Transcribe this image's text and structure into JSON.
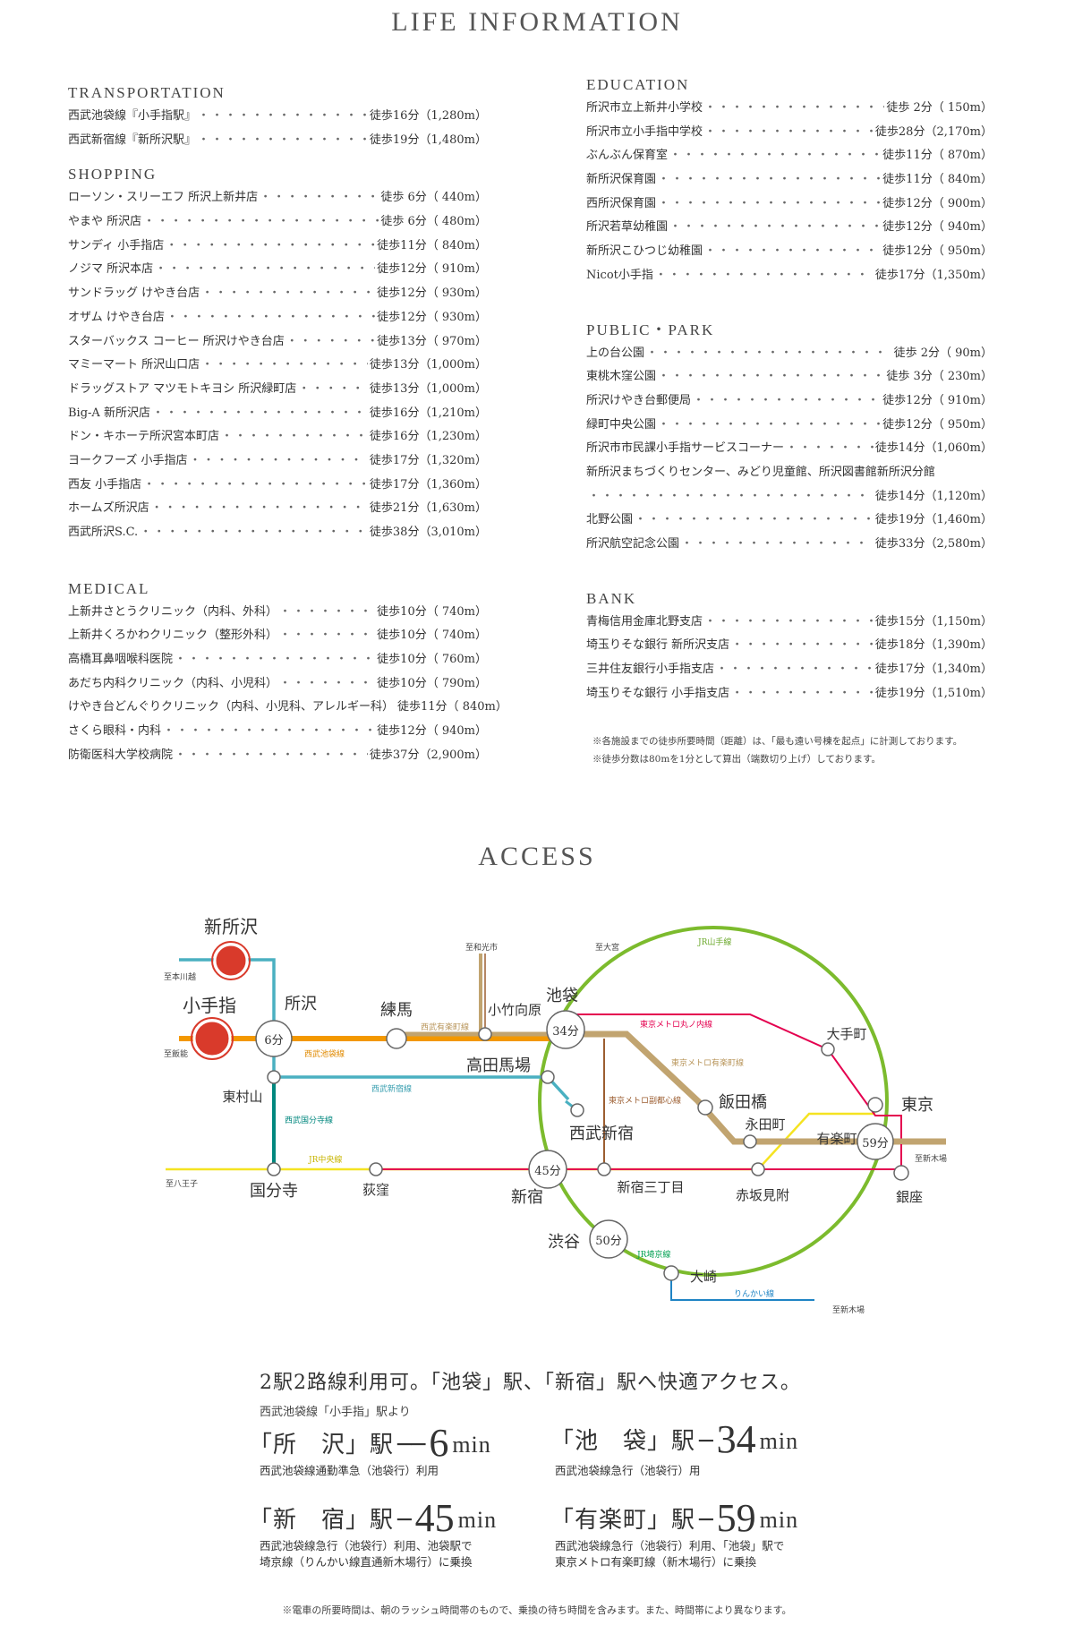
{
  "life_title": "LIFE INFORMATION",
  "access_title": "ACCESS",
  "left_sections": [
    {
      "title": "TRANSPORTATION",
      "items": [
        {
          "name": "西武池袋線『小手指駅』",
          "value": "徒歩16分（1,280m）"
        },
        {
          "name": "西武新宿線『新所沢駅』",
          "value": "徒歩19分（1,480m）"
        }
      ]
    },
    {
      "title": "SHOPPING",
      "items": [
        {
          "name": "ローソン・スリーエフ 所沢上新井店",
          "value": "徒歩 6分（ 440m）"
        },
        {
          "name": "やまや 所沢店",
          "value": "徒歩 6分（ 480m）"
        },
        {
          "name": "サンディ 小手指店",
          "value": "徒歩11分（ 840m）"
        },
        {
          "name": "ノジマ 所沢本店",
          "value": "徒歩12分（ 910m）"
        },
        {
          "name": "サンドラッグ けやき台店",
          "value": "徒歩12分（ 930m）"
        },
        {
          "name": "オザム けやき台店",
          "value": "徒歩12分（ 930m）"
        },
        {
          "name": "スターバックス コーヒー 所沢けやき台店",
          "value": "徒歩13分（ 970m）"
        },
        {
          "name": "マミーマート 所沢山口店",
          "value": "徒歩13分（1,000m）"
        },
        {
          "name": "ドラッグストア マツモトキヨシ 所沢緑町店",
          "value": "徒歩13分（1,000m）"
        },
        {
          "name": "Big-A 新所沢店",
          "value": "徒歩16分（1,210m）"
        },
        {
          "name": "ドン・キホーテ所沢宮本町店",
          "value": "徒歩16分（1,230m）"
        },
        {
          "name": "ヨークフーズ 小手指店",
          "value": "徒歩17分（1,320m）"
        },
        {
          "name": "西友 小手指店",
          "value": "徒歩17分（1,360m）"
        },
        {
          "name": "ホームズ所沢店",
          "value": "徒歩21分（1,630m）"
        },
        {
          "name": "西武所沢S.C.",
          "value": "徒歩38分（3,010m）"
        }
      ]
    },
    {
      "title": "MEDICAL",
      "items": [
        {
          "name": "上新井さとうクリニック（内科、外科）",
          "value": "徒歩10分（ 740m）"
        },
        {
          "name": "上新井くろかわクリニック（整形外科）",
          "value": "徒歩10分（ 740m）"
        },
        {
          "name": "高橋耳鼻咽喉科医院",
          "value": "徒歩10分（ 760m）"
        },
        {
          "name": "あだち内科クリニック（内科、小児科）",
          "value": "徒歩10分（ 790m）"
        },
        {
          "name": "けやき台どんぐりクリニック（内科、小児科、アレルギー科）",
          "value": "徒歩11分（ 840m）"
        },
        {
          "name": "さくら眼科・内科",
          "value": "徒歩12分（ 940m）"
        },
        {
          "name": "防衛医科大学校病院",
          "value": "徒歩37分（2,900m）"
        }
      ]
    }
  ],
  "right_sections": [
    {
      "title": "EDUCATION",
      "items": [
        {
          "name": "所沢市立上新井小学校",
          "value": "徒歩 2分（ 150m）"
        },
        {
          "name": "所沢市立小手指中学校",
          "value": "徒歩28分（2,170m）"
        },
        {
          "name": "ぶんぶん保育室",
          "value": "徒歩11分（ 870m）"
        },
        {
          "name": "新所沢保育園",
          "value": "徒歩11分（ 840m）"
        },
        {
          "name": "西所沢保育園",
          "value": "徒歩12分（ 900m）"
        },
        {
          "name": "所沢若草幼稚園",
          "value": "徒歩12分（ 940m）"
        },
        {
          "name": "新所沢こひつじ幼稚園",
          "value": "徒歩12分（ 950m）"
        },
        {
          "name": "Nicot小手指",
          "value": "徒歩17分（1,350m）"
        }
      ]
    },
    {
      "title": "PUBLIC・PARK",
      "items": [
        {
          "name": "上の台公園",
          "value": "徒歩 2分（  90m）"
        },
        {
          "name": "東桃木窪公園",
          "value": "徒歩 3分（ 230m）"
        },
        {
          "name": "所沢けやき台郵便局",
          "value": "徒歩12分（ 910m）"
        },
        {
          "name": "緑町中央公園",
          "value": "徒歩12分（ 950m）"
        },
        {
          "name": "所沢市市民課小手指サービスコーナー",
          "value": "徒歩14分（1,060m）"
        },
        {
          "name": "新所沢まちづくりセンター、みどり児童館、所沢図書館新所沢分館",
          "value": ""
        },
        {
          "name": "",
          "value": "徒歩14分（1,120m）"
        },
        {
          "name": "北野公園",
          "value": "徒歩19分（1,460m）"
        },
        {
          "name": "所沢航空記念公園",
          "value": "徒歩33分（2,580m）"
        }
      ]
    },
    {
      "title": "BANK",
      "items": [
        {
          "name": "青梅信用金庫北野支店",
          "value": "徒歩15分（1,150m）"
        },
        {
          "name": "埼玉りそな銀行 新所沢支店",
          "value": "徒歩18分（1,390m）"
        },
        {
          "name": "三井住友銀行小手指支店",
          "value": "徒歩17分（1,340m）"
        },
        {
          "name": "埼玉りそな銀行 小手指支店",
          "value": "徒歩19分（1,510m）"
        }
      ]
    }
  ],
  "notes": [
    "※各施設までの徒歩所要時間（距離）は、「最も遠い号棟を起点」に計測しております。",
    "※徒歩分数は80mを1分として算出（端数切り上げ）しております。"
  ],
  "map": {
    "stations": {
      "shintokorozawa": "新所沢",
      "kotesashi": "小手指",
      "tokorozawa": "所沢",
      "higashimurayama": "東村山",
      "kokubunji": "国分寺",
      "nerima": "練馬",
      "kotakemukaihara": "小竹向原",
      "ikebukuro": "池袋",
      "takadanobaba": "高田馬場",
      "seibushinjuku": "西武新宿",
      "ogikubo": "荻窪",
      "shinjuku": "新宿",
      "shinjuku3": "新宿三丁目",
      "shibuya": "渋谷",
      "osaki": "大崎",
      "iidabashi": "飯田橋",
      "nagatacho": "永田町",
      "yurakucho": "有楽町",
      "otemachi": "大手町",
      "tokyo": "東京",
      "akasakamitsuke": "赤坂見附",
      "ginza": "銀座"
    },
    "minutes": {
      "tokorozawa": "6分",
      "ikebukuro": "34分",
      "shinjuku": "45分",
      "shibuya": "50分",
      "yurakucho": "59分"
    },
    "lines": {
      "seibu_ikebukuro": "西武池袋線",
      "seibu_yurakucho": "西武有楽町線",
      "seibu_shinjuku": "西武新宿線",
      "seibu_kokubunji": "西武国分寺線",
      "jr_chuo": "JR中央線",
      "jr_yamanote": "JR山手線",
      "marunouchi": "東京メトロ丸ノ内線",
      "yurakucho_line": "東京メトロ有楽町線",
      "fukutoshin": "東京メトロ副都心線",
      "saikyo": "JR埼京線",
      "rinkai": "りんかい線"
    },
    "directions": {
      "honkawagoe": "至本川越",
      "hanno": "至飯能",
      "wakoshi": "至和光市",
      "omiya": "至大宮",
      "hachioji": "至八王子",
      "shinkiba": "至新木場",
      "shinkiba2": "至新木場"
    },
    "colors": {
      "seibu_ikebukuro": "#f39800",
      "seibu_shinjuku": "#4ab0c1",
      "kokubunji": "#00877e",
      "chuo": "#f5e321",
      "yamanote": "#7cbb2d",
      "marunouchi": "#e4004f",
      "yurakucho": "#c1a470",
      "fukutoshin": "#9c5e31",
      "saikyo": "#00a051",
      "rinkai": "#1f84c4",
      "red": "#d93a2b"
    }
  },
  "access": {
    "headline": "2駅2路線利用可。「池袋」駅、「新宿」駅へ快適アクセス。",
    "from": "西武池袋線「小手指」駅より",
    "routes": [
      {
        "station": "「所　沢」駅",
        "dash": "──",
        "num": "6",
        "unit": "min",
        "desc1": "西武池袋線通勤準急（池袋行）利用",
        "desc2": ""
      },
      {
        "station": "「池　袋」駅",
        "dash": "─",
        "num": "34",
        "unit": "min",
        "desc1": "西武池袋線急行（池袋行）用",
        "desc2": ""
      },
      {
        "station": "「新　宿」駅",
        "dash": "─",
        "num": "45",
        "unit": "min",
        "desc1": "西武池袋線急行（池袋行）利用、池袋駅で",
        "desc2": "埼京線（りんかい線直通新木場行）に乗換"
      },
      {
        "station": "「有楽町」駅",
        "dash": "─",
        "num": "59",
        "unit": "min",
        "desc1": "西武池袋線急行（池袋行）利用、「池袋」駅で",
        "desc2": "東京メトロ有楽町線（新木場行）に乗換"
      }
    ],
    "footnote": "※電車の所要時間は、朝のラッシュ時間帯のもので、乗換の待ち時間を含みます。また、時間帯により異なります。"
  }
}
